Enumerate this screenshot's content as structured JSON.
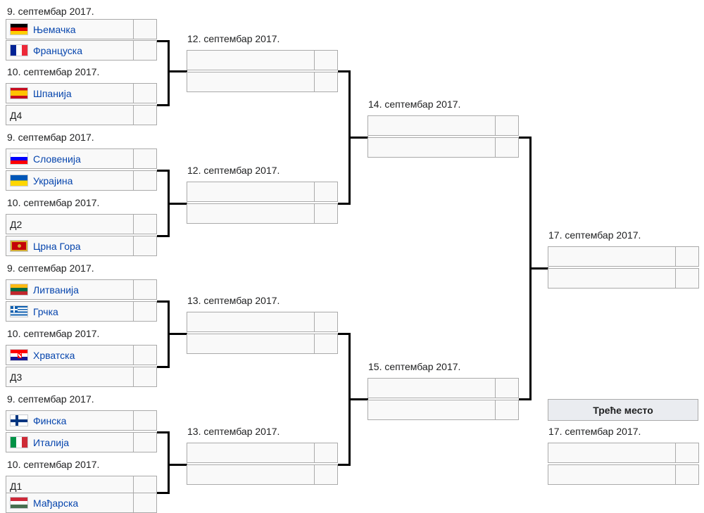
{
  "round1": [
    {
      "date": "9. септембар 2017.",
      "top": {
        "name": "Њемачка",
        "flag": "germany-flag",
        "link": true
      },
      "bottom": {
        "name": "Француска",
        "flag": "france-flag",
        "link": true
      }
    },
    {
      "date": "10. септембар 2017.",
      "top": {
        "name": "Шпанија",
        "flag": "spain-flag",
        "link": true
      },
      "bottom": {
        "name": "Д4",
        "flag": "",
        "link": false
      }
    },
    {
      "date": "9. септембар 2017.",
      "top": {
        "name": "Словенија",
        "flag": "slovenia-flag",
        "link": true
      },
      "bottom": {
        "name": "Украјина",
        "flag": "ukraine-flag",
        "link": true
      }
    },
    {
      "date": "10. септембар 2017.",
      "top": {
        "name": "Д2",
        "flag": "",
        "link": false
      },
      "bottom": {
        "name": "Црна Гора",
        "flag": "montenegro-flag",
        "link": true
      }
    },
    {
      "date": "9. септембар 2017.",
      "top": {
        "name": "Литванија",
        "flag": "lithuania-flag",
        "link": true
      },
      "bottom": {
        "name": "Грчка",
        "flag": "greece-flag",
        "link": true
      }
    },
    {
      "date": "10. септембар 2017.",
      "top": {
        "name": "Хрватска",
        "flag": "croatia-flag",
        "link": true
      },
      "bottom": {
        "name": "Д3",
        "flag": "",
        "link": false
      }
    },
    {
      "date": "9. септембар 2017.",
      "top": {
        "name": "Финска",
        "flag": "finland-flag",
        "link": true
      },
      "bottom": {
        "name": "Италија",
        "flag": "italy-flag",
        "link": true
      }
    },
    {
      "date": "10. септембар 2017.",
      "top": {
        "name": "Д1",
        "flag": "",
        "link": false
      },
      "bottom": {
        "name": "Мађарска",
        "flag": "hungary-flag",
        "link": true
      }
    }
  ],
  "quarterfinals": [
    {
      "date": "12. септембар 2017."
    },
    {
      "date": "12. септембар 2017."
    },
    {
      "date": "13. септембар 2017."
    },
    {
      "date": "13. септембар 2017."
    }
  ],
  "semifinals": [
    {
      "date": "14. септембар 2017."
    },
    {
      "date": "15. септембар 2017."
    }
  ],
  "final": {
    "date": "17. септембар 2017."
  },
  "third_place": {
    "header": "Треће место",
    "date": "17. септембар 2017."
  },
  "colors": {
    "cell_bg": "#f9f9f9",
    "border": "#aaaaaa",
    "link": "#0645ad",
    "header_bg": "#eaecf0"
  }
}
